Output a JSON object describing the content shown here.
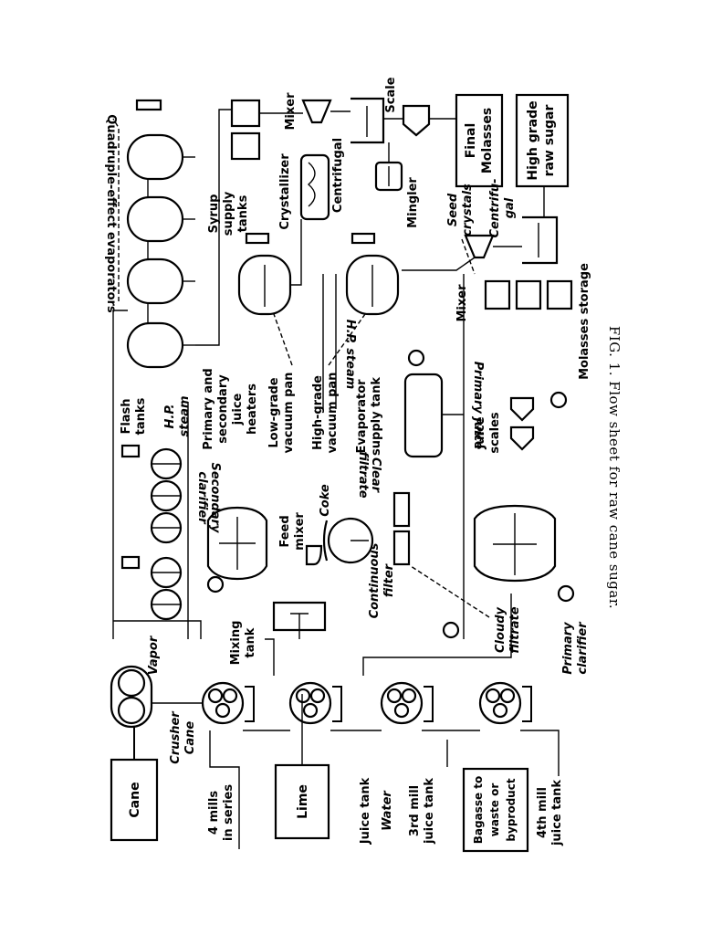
{
  "figure": {
    "caption": "FIG. 1. Flow sheet for raw cane sugar.",
    "boxes": {
      "cane": "Cane",
      "lime": "Lime",
      "bagasse": [
        "Bagasse to",
        "waste or",
        "byproduct"
      ],
      "final_molasses": [
        "Final",
        "Molasses"
      ],
      "high_grade_raw_sugar": [
        "High grade",
        "raw sugar"
      ]
    },
    "labels": {
      "crusher": "Crusher",
      "cane_italic": "Cane",
      "four_mills": [
        "4 mills",
        "in series"
      ],
      "juice_tank": "Juice tank",
      "water": "Water",
      "third_mill_juice_tank": [
        "3rd mill",
        "juice tank"
      ],
      "fourth_mill_juice_tank": [
        "4th mill",
        "juice tank"
      ],
      "vapor": "Vapor",
      "mixing_tank": [
        "Mixing",
        "tank"
      ],
      "continuous_filter": [
        "Continuous",
        "filter"
      ],
      "cloudy_filtrate": [
        "Cloudy",
        "filtrate"
      ],
      "primary_clarifier": [
        "Primary",
        "clarifier"
      ],
      "secondary_clarifier": [
        "Secondary",
        "clarifier"
      ],
      "feed_mixer": [
        "Feed",
        "mixer"
      ],
      "coke": "Coke",
      "clear_filtrate": [
        "Clear",
        "filtrate"
      ],
      "primary_juice": "Primary juice",
      "juice_scales": [
        "Juice",
        "scales"
      ],
      "flash_tanks": [
        "Flash",
        "tanks"
      ],
      "hp_steam": [
        "H.P.",
        "steam"
      ],
      "juice_heaters": [
        "Primary and",
        "secondary",
        "juice",
        "heaters"
      ],
      "low_grade_vacuum_pan": [
        "Low-grade",
        "vacuum pan"
      ],
      "high_grade_vacuum_pan": [
        "High-grade",
        "vacuum pan"
      ],
      "evaporator_supply_tank": [
        "Evaporator",
        "supply tank"
      ],
      "hp_steam_line": "H.P. steam",
      "molasses_storage": "Molasses storage",
      "quadruple_effect_evaporators": "Quadruple-effect evaporators",
      "syrup_supply_tanks": [
        "Syrup",
        "supply",
        "tanks"
      ],
      "crystallizer": "Crystallizer",
      "mixer_top": "Mixer",
      "scale": "Scale",
      "centrifugal_top": "Centrifugal",
      "mingler": "Mingler",
      "seed_crystals": [
        "Seed",
        "crystals"
      ],
      "centrifugal_bottom": [
        "Centrifu-",
        "gal"
      ],
      "mixer_bottom": "Mixer"
    }
  }
}
